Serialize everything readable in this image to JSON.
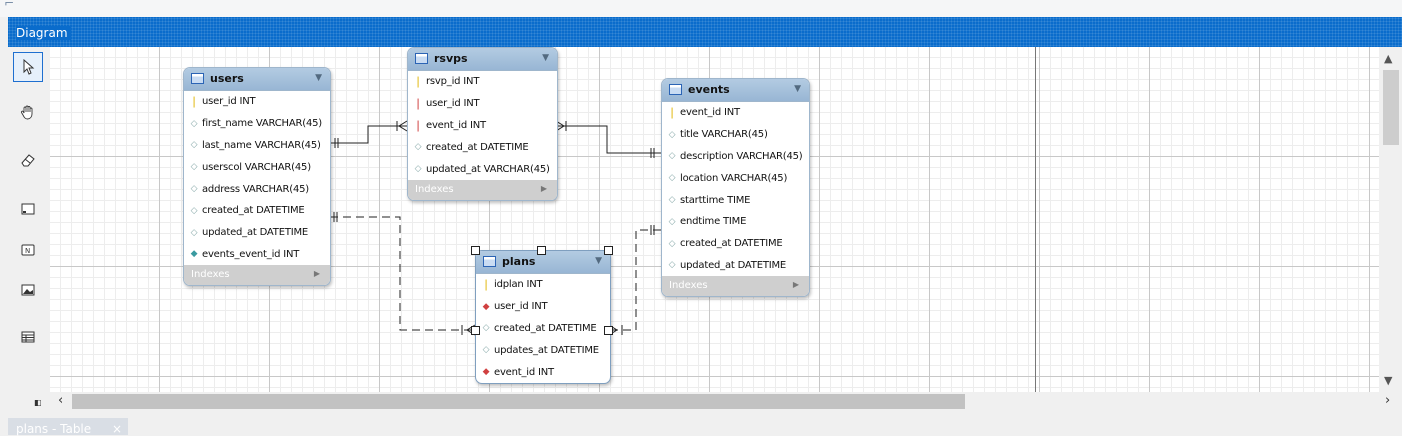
{
  "panel": {
    "title": "Diagram",
    "bottom_tab": {
      "label": "plans - Table",
      "close": "×"
    }
  },
  "tools": [
    {
      "name": "select-tool",
      "icon": "cursor-arrow-icon"
    },
    {
      "name": "hand-tool",
      "icon": "hand-icon"
    },
    {
      "name": "eraser-tool",
      "icon": "eraser-icon"
    },
    {
      "name": "layer-tool",
      "icon": "layer-icon"
    },
    {
      "name": "text-object-tool",
      "icon": "text-object-icon"
    },
    {
      "name": "image-tool",
      "icon": "image-icon"
    },
    {
      "name": "table-tool",
      "icon": "table-icon"
    }
  ],
  "tables": {
    "users": {
      "name": "users",
      "columns": [
        {
          "text": "user_id INT",
          "key": "pk"
        },
        {
          "text": "first_name VARCHAR(45)",
          "key": "plain"
        },
        {
          "text": "last_name VARCHAR(45)",
          "key": "plain"
        },
        {
          "text": "userscol VARCHAR(45)",
          "key": "plain"
        },
        {
          "text": "address VARCHAR(45)",
          "key": "plain"
        },
        {
          "text": "created_at DATETIME",
          "key": "plain"
        },
        {
          "text": "updated_at DATETIME",
          "key": "plain"
        },
        {
          "text": "events_event_id INT",
          "key": "teal"
        }
      ],
      "footer": "Indexes"
    },
    "rsvps": {
      "name": "rsvps",
      "columns": [
        {
          "text": "rsvp_id INT",
          "key": "pk"
        },
        {
          "text": "user_id INT",
          "key": "fk"
        },
        {
          "text": "event_id INT",
          "key": "fk"
        },
        {
          "text": "created_at DATETIME",
          "key": "plain"
        },
        {
          "text": "updated_at VARCHAR(45)",
          "key": "plain"
        }
      ],
      "footer": "Indexes"
    },
    "events": {
      "name": "events",
      "columns": [
        {
          "text": "event_id INT",
          "key": "pk"
        },
        {
          "text": "title VARCHAR(45)",
          "key": "plain"
        },
        {
          "text": "description VARCHAR(45)",
          "key": "plain"
        },
        {
          "text": "location VARCHAR(45)",
          "key": "plain"
        },
        {
          "text": "starttime TIME",
          "key": "plain"
        },
        {
          "text": "endtime TIME",
          "key": "plain"
        },
        {
          "text": "created_at DATETIME",
          "key": "plain"
        },
        {
          "text": "updated_at DATETIME",
          "key": "plain"
        }
      ],
      "footer": "Indexes"
    },
    "plans": {
      "name": "plans",
      "columns": [
        {
          "text": "idplan INT",
          "key": "pk"
        },
        {
          "text": "user_id INT",
          "key": "fkd"
        },
        {
          "text": "created_at DATETIME",
          "key": "plain"
        },
        {
          "text": "updates_at DATETIME",
          "key": "plain"
        },
        {
          "text": "event_id INT",
          "key": "fkd"
        }
      ]
    }
  }
}
